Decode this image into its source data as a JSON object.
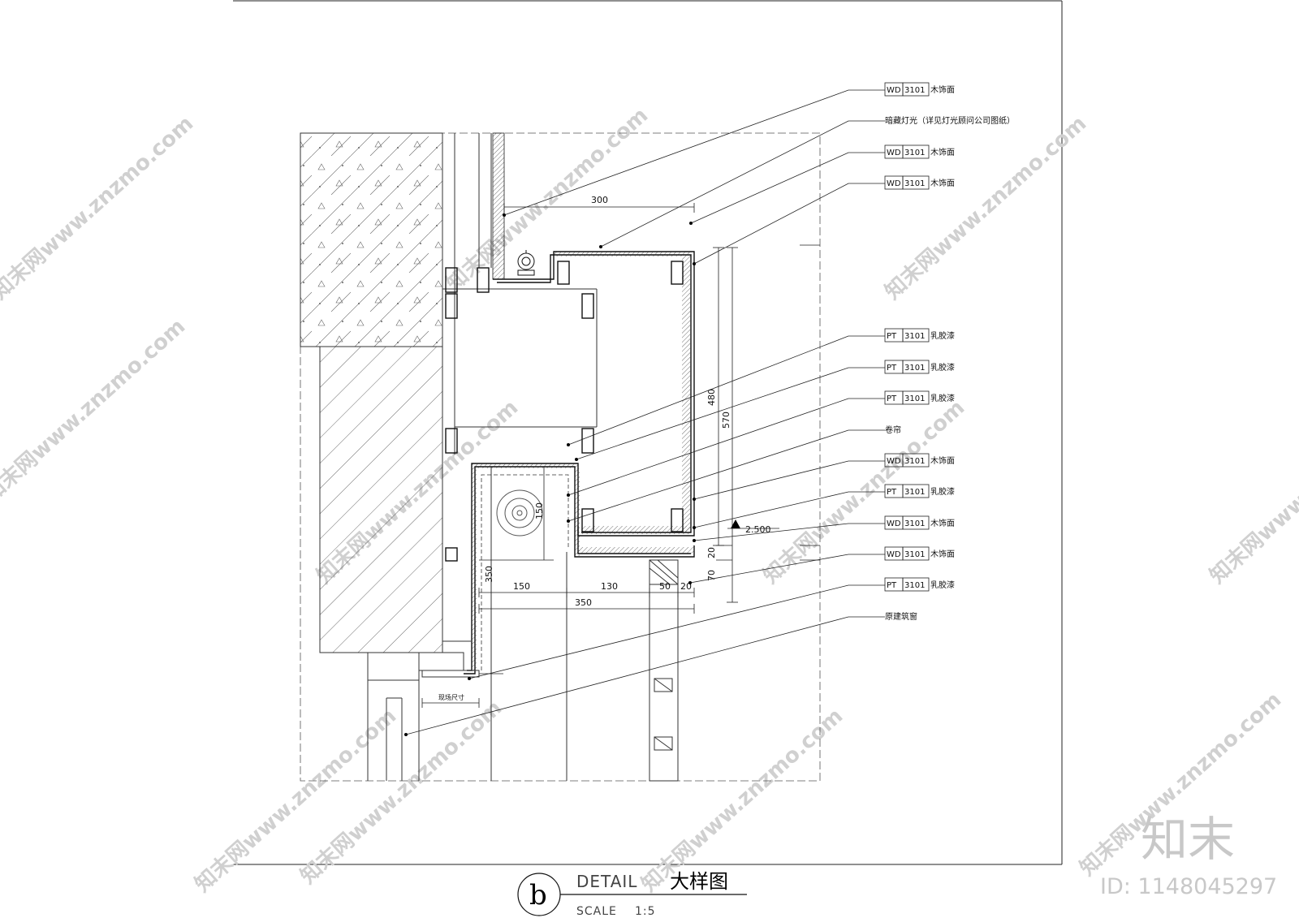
{
  "callouts": [
    {
      "code": "WD",
      "num": "3101",
      "text": "木饰面"
    },
    {
      "code": "",
      "num": "",
      "text": "暗藏灯光（详见灯光顾问公司图纸）"
    },
    {
      "code": "WD",
      "num": "3101",
      "text": "木饰面"
    },
    {
      "code": "WD",
      "num": "3101",
      "text": "木饰面"
    },
    {
      "code": "PT",
      "num": "3101",
      "text": "乳胶漆"
    },
    {
      "code": "PT",
      "num": "3101",
      "text": "乳胶漆"
    },
    {
      "code": "PT",
      "num": "3101",
      "text": "乳胶漆"
    },
    {
      "code": "",
      "num": "",
      "text": "卷帘"
    },
    {
      "code": "WD",
      "num": "3101",
      "text": "木饰面"
    },
    {
      "code": "PT",
      "num": "3101",
      "text": "乳胶漆"
    },
    {
      "code": "WD",
      "num": "3101",
      "text": "木饰面"
    },
    {
      "code": "WD",
      "num": "3101",
      "text": "木饰面"
    },
    {
      "code": "PT",
      "num": "3101",
      "text": "乳胶漆"
    },
    {
      "code": "",
      "num": "",
      "text": "原建筑窗"
    }
  ],
  "dimensions": {
    "top_300": "300",
    "v_480": "480",
    "v_570": "570",
    "v_150": "150",
    "v_350": "350",
    "v_20": "20",
    "v_70": "70",
    "h_150": "150",
    "h_130": "130",
    "h_50": "50",
    "h_20": "20",
    "h_350": "350",
    "level": "2.500",
    "site_size": "现场尺寸"
  },
  "title": {
    "letter": "b",
    "en": "DETAIL",
    "cn": "大样图",
    "scale_label": "SCALE",
    "scale_value": "1:5"
  },
  "watermark": {
    "text": "知末网www.znzmo.com",
    "brand": "知末",
    "id": "ID: 1148045297"
  }
}
